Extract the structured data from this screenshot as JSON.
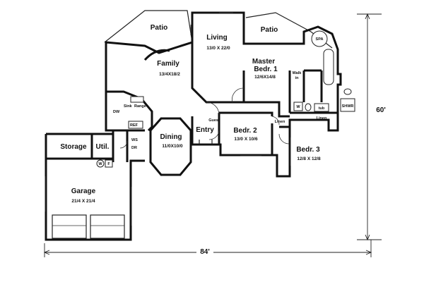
{
  "rooms": {
    "patio_left": {
      "name": "Patio"
    },
    "patio_right": {
      "name": "Patio"
    },
    "living": {
      "name": "Living",
      "size": "13/0 X 22/0"
    },
    "family": {
      "name": "Family",
      "size": "13/4X18/2"
    },
    "master": {
      "name_line1": "Master",
      "name_line2": "Bedr. 1",
      "size": "12/6X14/8"
    },
    "dining": {
      "name": "Dining",
      "size": "11/0X10/0"
    },
    "entry": {
      "name": "Entry"
    },
    "bedr2": {
      "name": "Bedr. 2",
      "size": "13/0 X 10/6"
    },
    "bedr3": {
      "name": "Bedr. 3",
      "size": "12/8 X 12/8"
    },
    "storage": {
      "name": "Storage"
    },
    "util": {
      "name": "Util."
    },
    "garage": {
      "name": "Garage",
      "size": "21/4 X 21/4"
    }
  },
  "fixtures": {
    "spa": "SPA",
    "shwr": "SHWR",
    "walk_in_1": "Walk",
    "walk_in_2": "in",
    "tub": "tub",
    "wh": "W",
    "linen_1": "Linen",
    "linen_2": "Linen",
    "guest": "Guest",
    "ref": "REF",
    "ws": "WS",
    "dr": "DR",
    "dw": "DW",
    "sink": "Sink",
    "range": "Range",
    "w": "W",
    "f": "F"
  },
  "dimensions": {
    "width": "84'",
    "depth": "60'"
  }
}
